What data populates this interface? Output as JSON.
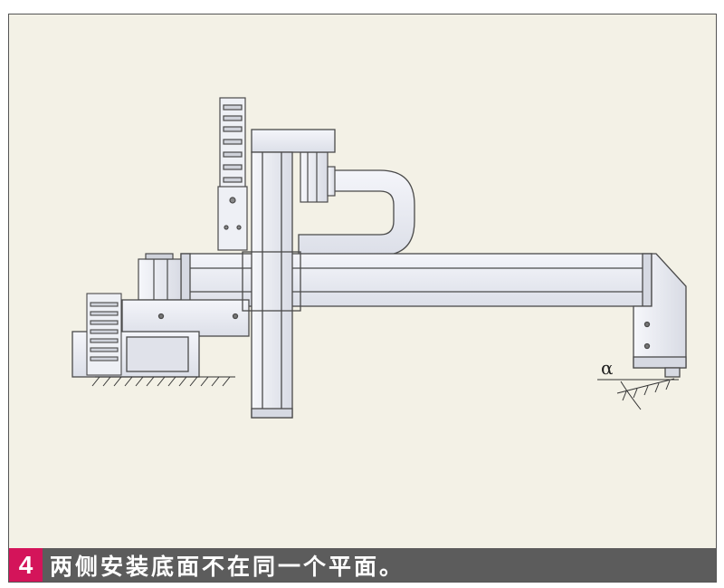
{
  "caption": {
    "number": "4",
    "text": "两侧安装底面不在同一个平面。"
  },
  "angle_label": "α",
  "colors": {
    "background": "#f3f1e6",
    "caption_bar": "#5c5c5c",
    "number_badge": "#d4145a",
    "metal": "#e7e9f1",
    "outline": "#4a4a4a"
  }
}
